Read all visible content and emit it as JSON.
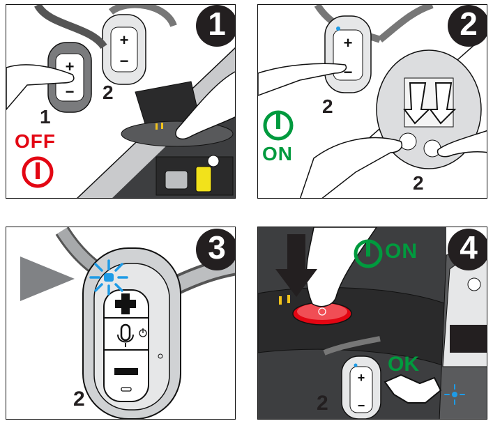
{
  "panels": [
    {
      "step": "1",
      "labels": {
        "unit_a": "1",
        "unit_b": "2",
        "state": "OFF"
      }
    },
    {
      "step": "2",
      "labels": {
        "unit_a": "2",
        "unit_b": "2",
        "state": "ON"
      }
    },
    {
      "step": "3",
      "labels": {
        "unit_a": "2"
      }
    },
    {
      "step": "4",
      "labels": {
        "unit_a": "2",
        "state_top": "ON",
        "state_bottom": "OK"
      }
    }
  ],
  "colors": {
    "off_red": "#e30613",
    "on_green": "#009a3e",
    "led_blue": "#1e9be6",
    "device_grey": "#d0d2d4",
    "base_dark": "#3d3e40"
  }
}
